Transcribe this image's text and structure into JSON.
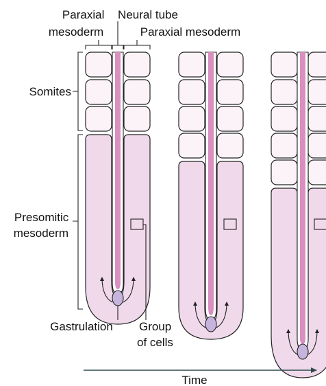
{
  "labels": {
    "paraxial_left": [
      "Paraxial",
      "mesoderm"
    ],
    "neural_tube": "Neural tube",
    "paraxial_right": "Paraxial mesoderm",
    "somites": "Somites",
    "presomitic": [
      "Presomitic",
      "mesoderm"
    ],
    "gastrulation": "Gastrulation",
    "group_of_cells": [
      "Group",
      "of cells"
    ],
    "time": "Time"
  },
  "stages": [
    {
      "somite_pairs": 3
    },
    {
      "somite_pairs": 4
    },
    {
      "somite_pairs": 5
    }
  ],
  "colors": {
    "tissue": "#efd9ea",
    "somite": "#fbf3f8",
    "neural_tube": "#d98fbf",
    "gastrulation_node": "#c7b4dd",
    "time_arrow": "#2e4a4d"
  }
}
